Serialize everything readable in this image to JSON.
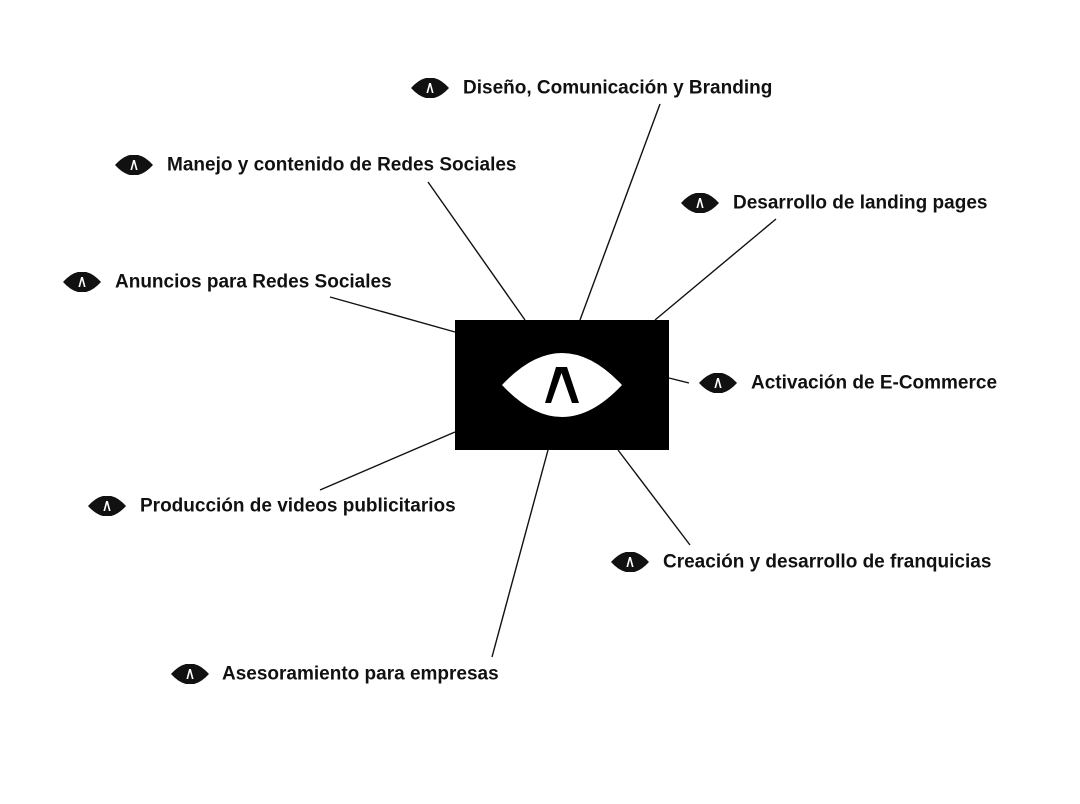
{
  "colors": {
    "ink": "#111111",
    "background": "#ffffff"
  },
  "center": {
    "icon": "eye-lambda-logo"
  },
  "services": [
    {
      "label": "Diseño, Comunicación y Branding",
      "icon": "eye-icon"
    },
    {
      "label": "Manejo y contenido de Redes Sociales",
      "icon": "eye-icon"
    },
    {
      "label": "Desarrollo de landing pages",
      "icon": "eye-icon"
    },
    {
      "label": "Anuncios para Redes Sociales",
      "icon": "eye-icon"
    },
    {
      "label": "Activación de E-Commerce",
      "icon": "eye-icon"
    },
    {
      "label": "Producción de videos publicitarios",
      "icon": "eye-icon"
    },
    {
      "label": "Creación y desarrollo de franquicias",
      "icon": "eye-icon"
    },
    {
      "label": "Asesoramiento para empresas",
      "icon": "eye-icon"
    }
  ]
}
